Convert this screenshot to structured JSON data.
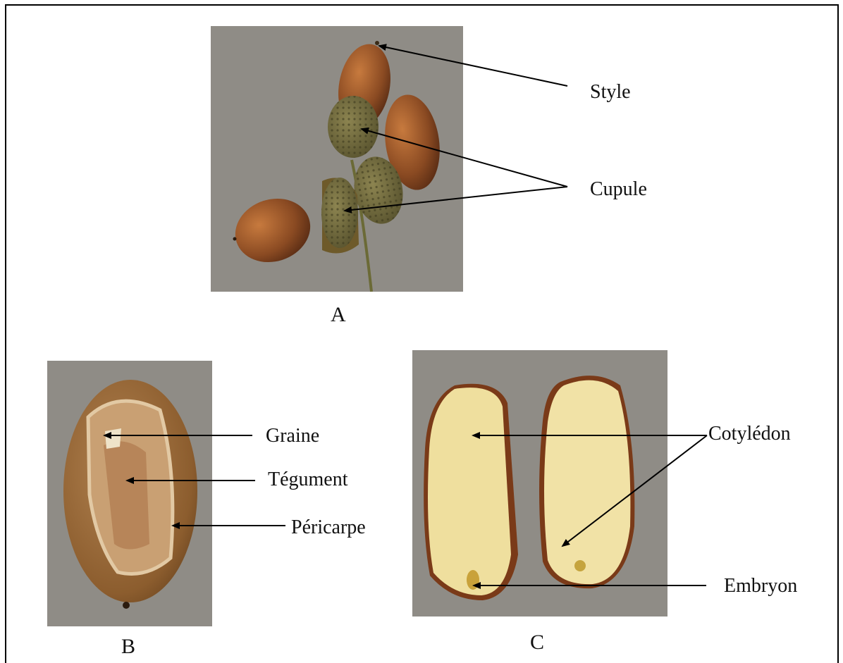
{
  "panels": {
    "a": {
      "letter": "A",
      "labels": {
        "style": "Style",
        "cupule": "Cupule"
      }
    },
    "b": {
      "letter": "B",
      "labels": {
        "graine": "Graine",
        "tegument": "Tégument",
        "pericarpe": "Péricarpe"
      }
    },
    "c": {
      "letter": "C",
      "labels": {
        "cotyledon": "Cotylédon",
        "embryon": "Embryon"
      }
    }
  },
  "colors": {
    "photo_background": "#8f8c86",
    "acorn_brown": "#8a4a22",
    "cupule_green": "#6f6a3c",
    "cotyledon_cream": "#eedc9a",
    "line": "#000000"
  }
}
